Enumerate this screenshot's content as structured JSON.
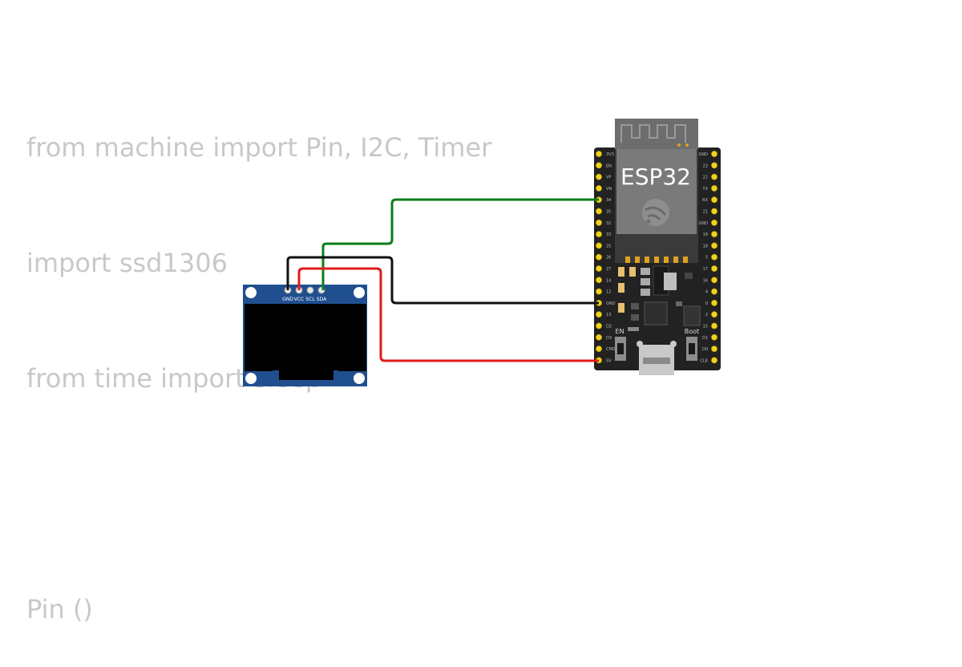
{
  "code": {
    "lines": [
      "from machine import Pin, I2C, Timer",
      "import ssd1306",
      "from time import sleep",
      "",
      "Pin ()"
    ],
    "color": "#c8c8c8"
  },
  "oled": {
    "pins": [
      "GND",
      "VCC",
      "SCL",
      "SDA"
    ],
    "board_color": "#1f4f8f",
    "screen_color": "#000000"
  },
  "esp32": {
    "label": "ESP32",
    "en_label": "EN",
    "boot_label": "Boot",
    "left_pins": [
      "3V3",
      "EN",
      "VP",
      "VN",
      "34",
      "35",
      "32",
      "33",
      "25",
      "26",
      "27",
      "14",
      "12",
      "GND",
      "13",
      "D2",
      "D3",
      "CMD",
      "5V"
    ],
    "right_pins": [
      "GND",
      "23",
      "22",
      "TX",
      "RX",
      "21",
      "GND",
      "19",
      "18",
      "5",
      "17",
      "16",
      "4",
      "0",
      "2",
      "15",
      "D1",
      "D0",
      "CLK"
    ],
    "board_color": "#222222"
  },
  "wires": [
    {
      "name": "sda-wire",
      "color": "#0a7d1a"
    },
    {
      "name": "gnd-wire",
      "color": "#111111"
    },
    {
      "name": "vcc-wire",
      "color": "#e01b1b"
    }
  ]
}
